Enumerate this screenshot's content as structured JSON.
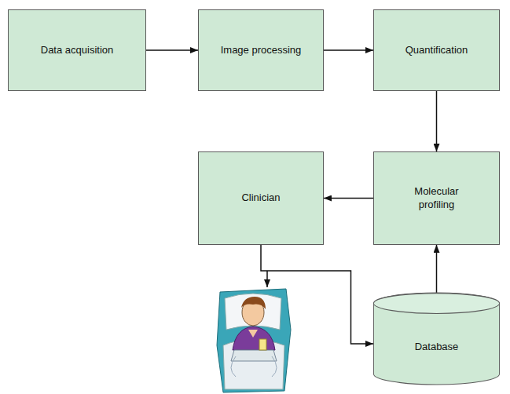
{
  "diagram": {
    "nodes": [
      {
        "text": [
          "Data acquisition"
        ]
      },
      {
        "text": [
          "Image processing"
        ]
      },
      {
        "text": [
          "Quantification"
        ]
      },
      {
        "text": [
          "Clinician"
        ]
      },
      {
        "text": [
          "Molecular profiling"
        ]
      },
      {
        "text": [
          "Database"
        ]
      }
    ],
    "edges": [
      {
        "from": 0,
        "to": 1,
        "arrow": "to"
      },
      {
        "from": 1,
        "to": 2,
        "arrow": "to"
      },
      {
        "from": 2,
        "to": 4,
        "arrow": "to"
      },
      {
        "from": 4,
        "to": 3,
        "arrow": "to"
      },
      {
        "from": 3,
        "to": 5,
        "arrow": "to"
      },
      {
        "from": 5,
        "to": 4,
        "arrow": "to"
      }
    ]
  }
}
